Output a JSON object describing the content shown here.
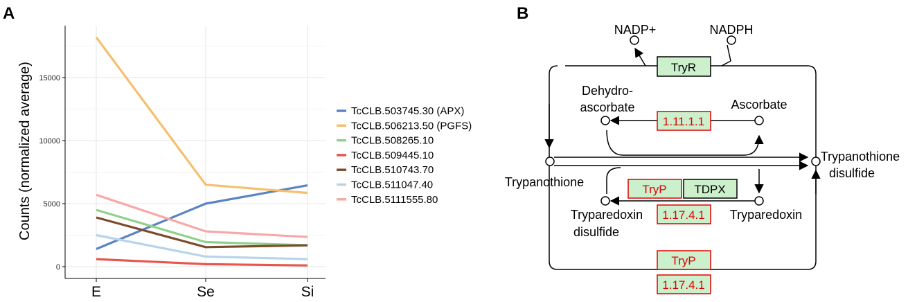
{
  "panels": {
    "a_letter": "A",
    "b_letter": "B"
  },
  "chart_data": {
    "type": "line",
    "title": "",
    "xlabel": "",
    "ylabel": "Counts (normalized average)",
    "categories": [
      "E",
      "Se",
      "Si"
    ],
    "ylim": [
      -800,
      19000
    ],
    "yticks": [
      0,
      5000,
      10000,
      15000
    ],
    "ytick_labels": [
      "0",
      "5000",
      "10000",
      "15000"
    ],
    "grid": true,
    "legend_position": "right",
    "series": [
      {
        "name": "TcCLB.503745.30 (APX)",
        "color": "#5b84c4",
        "values": [
          1400,
          5000,
          6450
        ]
      },
      {
        "name": "TcCLB.506213.50 (PGFS)",
        "color": "#f6bf6d",
        "values": [
          18200,
          6500,
          5850
        ]
      },
      {
        "name": "TcCLB.508265.10",
        "color": "#8fd18a",
        "values": [
          4500,
          1950,
          1700
        ]
      },
      {
        "name": "TcCLB.509445.10",
        "color": "#e8564e",
        "values": [
          600,
          200,
          100
        ]
      },
      {
        "name": "TcCLB.510743.70",
        "color": "#7b4b2e",
        "values": [
          3900,
          1550,
          1700
        ]
      },
      {
        "name": "TcCLB.511047.40",
        "color": "#b7d4ea",
        "values": [
          2500,
          800,
          600
        ]
      },
      {
        "name": "TcCLB.5111555.80",
        "color": "#f7a8a8",
        "values": [
          5700,
          2800,
          2350
        ]
      }
    ]
  },
  "pathway": {
    "nadp_plus": "NADP+",
    "nadph": "NADPH",
    "tryr": "TryR",
    "dehydro_line1": "Dehydro-",
    "dehydro_line2": "ascorbate",
    "ascorbate": "Ascorbate",
    "ec_1_11_1_1": "1.11.1.1",
    "trypanothione": "Trypanothione",
    "trypanothione_disulfide_line1": "Trypanothione",
    "trypanothione_disulfide_line2": "disulfide",
    "tryp_1": "TryP",
    "tdpx": "TDPX",
    "ec_1_17_4_1_a": "1.17.4.1",
    "tryparedoxin_disulfide_line1": "Tryparedoxin",
    "tryparedoxin_disulfide_line2": "disulfide",
    "tryparedoxin": "Tryparedoxin",
    "tryp_2": "TryP",
    "ec_1_17_4_1_b": "1.17.4.1"
  }
}
